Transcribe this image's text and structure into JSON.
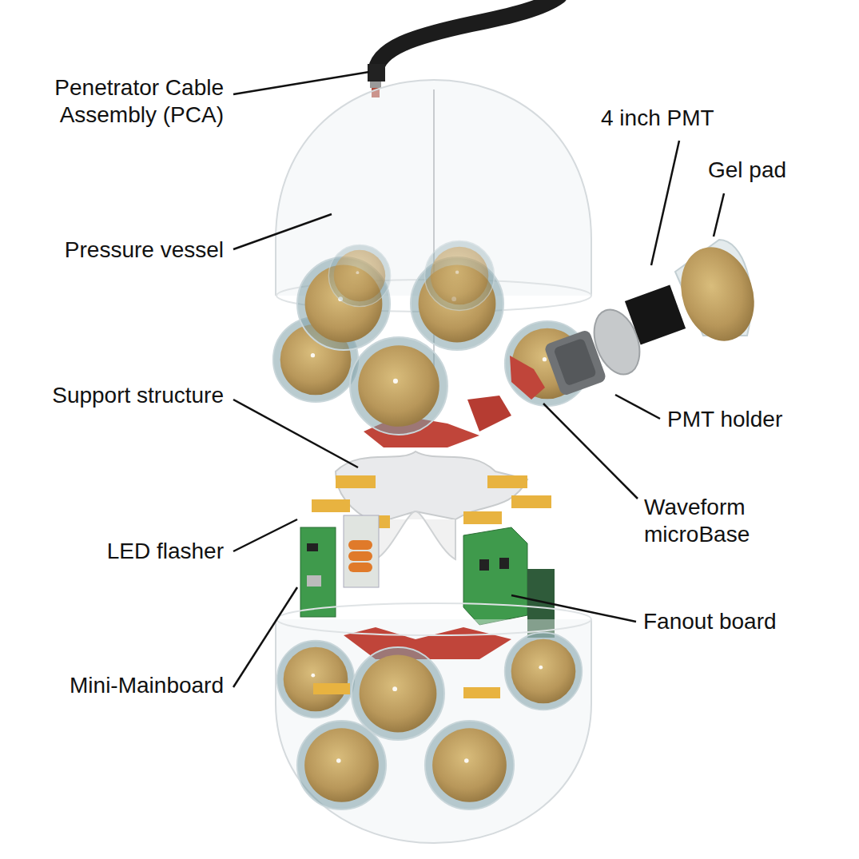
{
  "diagram": {
    "labels": [
      "Penetrator Cable Assembly (PCA)",
      "4 inch PMT",
      "Gel pad",
      "Pressure vessel",
      "Support structure",
      "PMT holder",
      "Waveform microBase",
      "LED flasher",
      "Fanout board",
      "Mini-Mainboard"
    ]
  }
}
